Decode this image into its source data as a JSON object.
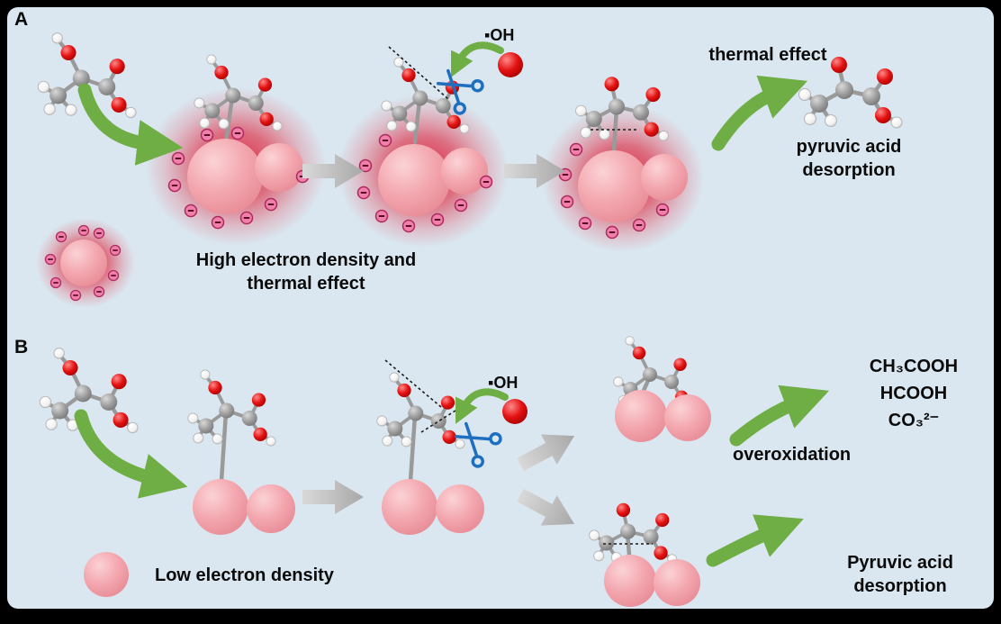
{
  "figure": {
    "background": "#dae7f0",
    "frame_color": "#000000"
  },
  "colors": {
    "catalyst_pink": "#f2a6ae",
    "electron_pink": "#ef7fab",
    "glow_red": "#de1e37",
    "green_arrow": "#6fae45",
    "gray_arrow": "#bdbdbd",
    "scissors_blue": "#1f6fc0",
    "oxygen_red": "#e31212",
    "carbon_gray": "#9a9a9a",
    "hydrogen_white": "#f5f5f5"
  },
  "panelA": {
    "label": "A",
    "oh_radical": "▪OH",
    "thermal_effect": "thermal effect",
    "desorption_line1": "pyruvic acid",
    "desorption_line2": "desorption",
    "legend_line1": "High electron density and",
    "legend_line2": "thermal effect"
  },
  "panelB": {
    "label": "B",
    "oh_radical": "▪OH",
    "overoxidation": "overoxidation",
    "products": [
      "CH₃COOH",
      "HCOOH",
      "CO₃²⁻"
    ],
    "desorption_line1": "Pyruvic acid",
    "desorption_line2": "desorption",
    "legend": "Low electron density"
  }
}
